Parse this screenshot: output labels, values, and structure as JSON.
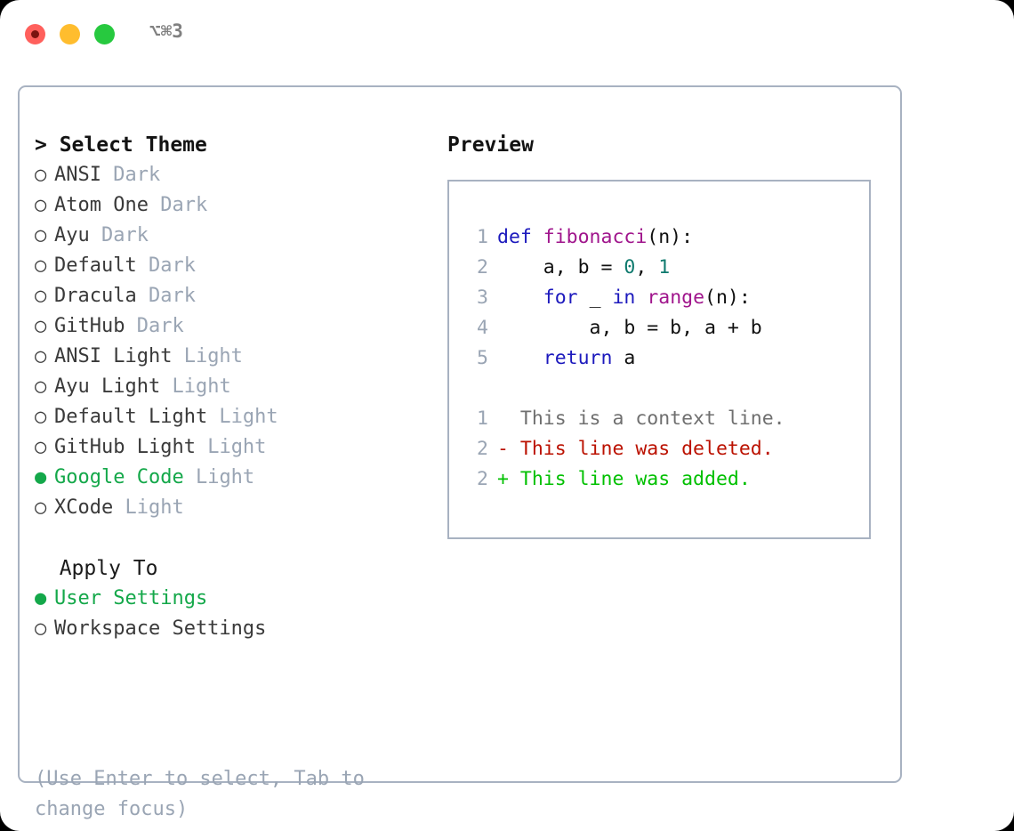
{
  "titlebar": {
    "label": "⌥⌘3",
    "buttons": {
      "close": "close",
      "minimize": "minimize",
      "maximize": "maximize"
    }
  },
  "theme_picker": {
    "header": "> Select Theme",
    "items": [
      {
        "marker": "○",
        "name": "ANSI",
        "tag": "Dark",
        "selected": false
      },
      {
        "marker": "○",
        "name": "Atom One",
        "tag": "Dark",
        "selected": false
      },
      {
        "marker": "○",
        "name": "Ayu",
        "tag": "Dark",
        "selected": false
      },
      {
        "marker": "○",
        "name": "Default",
        "tag": "Dark",
        "selected": false
      },
      {
        "marker": "○",
        "name": "Dracula",
        "tag": "Dark",
        "selected": false
      },
      {
        "marker": "○",
        "name": "GitHub",
        "tag": "Dark",
        "selected": false
      },
      {
        "marker": "○",
        "name": "ANSI Light",
        "tag": "Light",
        "selected": false
      },
      {
        "marker": "○",
        "name": "Ayu Light",
        "tag": "Light",
        "selected": false
      },
      {
        "marker": "○",
        "name": "Default Light",
        "tag": "Light",
        "selected": false
      },
      {
        "marker": "○",
        "name": "GitHub Light",
        "tag": "Light",
        "selected": false
      },
      {
        "marker": "●",
        "name": "Google Code",
        "tag": "Light",
        "selected": true
      },
      {
        "marker": "○",
        "name": "XCode",
        "tag": "Light",
        "selected": false
      }
    ]
  },
  "apply_to": {
    "header": "  Apply To",
    "items": [
      {
        "marker": "●",
        "name": "User Settings",
        "selected": true
      },
      {
        "marker": "○",
        "name": "Workspace Settings",
        "selected": false
      }
    ]
  },
  "hint": "(Use Enter to select, Tab to change focus)",
  "preview": {
    "title": "Preview",
    "code_lines": [
      {
        "num": "1",
        "tokens": [
          {
            "t": "def ",
            "c": "kw"
          },
          {
            "t": "fibonacci",
            "c": "fn"
          },
          {
            "t": "(n):",
            "c": "pl"
          }
        ]
      },
      {
        "num": "2",
        "tokens": [
          {
            "t": "    a, b = ",
            "c": "pl"
          },
          {
            "t": "0",
            "c": "num"
          },
          {
            "t": ", ",
            "c": "pl"
          },
          {
            "t": "1",
            "c": "num"
          }
        ]
      },
      {
        "num": "3",
        "tokens": [
          {
            "t": "    ",
            "c": "pl"
          },
          {
            "t": "for",
            "c": "kw"
          },
          {
            "t": " _ ",
            "c": "pl"
          },
          {
            "t": "in",
            "c": "kw"
          },
          {
            "t": " ",
            "c": "pl"
          },
          {
            "t": "range",
            "c": "fn"
          },
          {
            "t": "(n):",
            "c": "pl"
          }
        ]
      },
      {
        "num": "4",
        "tokens": [
          {
            "t": "        a, b = b, a + b",
            "c": "pl"
          }
        ]
      },
      {
        "num": "5",
        "tokens": [
          {
            "t": "    ",
            "c": "pl"
          },
          {
            "t": "return",
            "c": "kw"
          },
          {
            "t": " a",
            "c": "pl"
          }
        ]
      }
    ],
    "diff_lines": [
      {
        "num": "1",
        "marker": " ",
        "text": " This is a context line.",
        "kind": "context"
      },
      {
        "num": "2",
        "marker": "-",
        "text": " This line was deleted.",
        "kind": "deleted"
      },
      {
        "num": "2",
        "marker": "+",
        "text": " This line was added.",
        "kind": "added"
      }
    ]
  },
  "colors": {
    "accent_green": "#14a84a",
    "muted": "#9aa5b4",
    "border": "#a8b2c1",
    "keyword": "#1c19bd",
    "function": "#a0158c",
    "number": "#0f7a6e",
    "diff_deleted": "#bb1100",
    "diff_added": "#00c000",
    "diff_context": "#6f6f6f"
  }
}
